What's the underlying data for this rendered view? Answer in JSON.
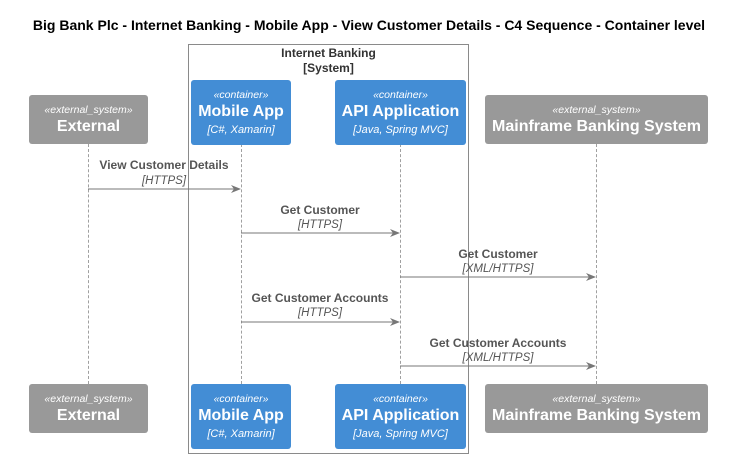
{
  "title": "Big Bank Plc - Internet Banking - Mobile App - View Customer Details - C4 Sequence - Container level",
  "boundary": {
    "name": "Internet Banking",
    "type": "[System]"
  },
  "participants": [
    {
      "id": "external",
      "stereotype": "«external_system»",
      "name": "External",
      "tech": ""
    },
    {
      "id": "mobile_app",
      "stereotype": "«container»",
      "name": "Mobile App",
      "tech": "[C#, Xamarin]"
    },
    {
      "id": "api_application",
      "stereotype": "«container»",
      "name": "API Application",
      "tech": "[Java, Spring MVC]"
    },
    {
      "id": "mainframe",
      "stereotype": "«external_system»",
      "name": "Mainframe Banking System",
      "tech": ""
    }
  ],
  "messages": [
    {
      "from": "external",
      "to": "mobile_app",
      "label": "View Customer Details",
      "tech": "[HTTPS]"
    },
    {
      "from": "mobile_app",
      "to": "api_application",
      "label": "Get Customer",
      "tech": "[HTTPS]"
    },
    {
      "from": "api_application",
      "to": "mainframe",
      "label": "Get Customer",
      "tech": "[XML/HTTPS]"
    },
    {
      "from": "mobile_app",
      "to": "api_application",
      "label": "Get Customer Accounts",
      "tech": "[HTTPS]"
    },
    {
      "from": "api_application",
      "to": "mainframe",
      "label": "Get Customer Accounts",
      "tech": "[XML/HTTPS]"
    }
  ],
  "colors": {
    "external_system": "#999999",
    "container": "#438dd5",
    "arrow": "#777777"
  }
}
